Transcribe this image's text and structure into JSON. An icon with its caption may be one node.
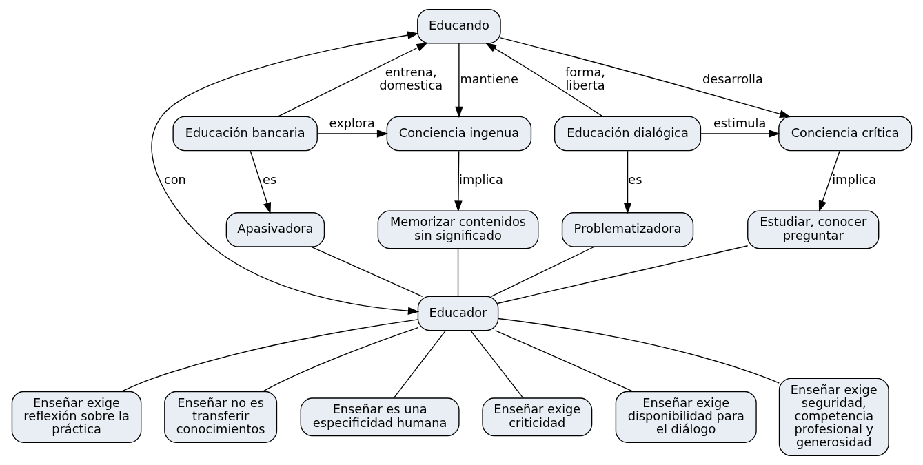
{
  "diagram": {
    "nodes": [
      {
        "text": [
          "Educando"
        ]
      },
      {
        "text": [
          "Conciencia ingenua"
        ]
      },
      {
        "text": [
          "Educación bancaria"
        ]
      },
      {
        "text": [
          "Educación dialógica"
        ]
      },
      {
        "text": [
          "Conciencia crítica"
        ]
      },
      {
        "text": [
          "Memorizar contenidos sin significado"
        ]
      },
      {
        "text": [
          "Apasivadora"
        ]
      },
      {
        "text": [
          "Problematizadora"
        ]
      },
      {
        "text": [
          "Estudiar, conocer preguntar"
        ]
      },
      {
        "text": [
          "Educador"
        ]
      },
      {
        "text": [
          "Enseñar exige reflexión sobre la práctica"
        ]
      },
      {
        "text": [
          "Enseñar no es transferir conocimientos"
        ]
      },
      {
        "text": [
          "Enseñar es una especificidad humana"
        ]
      },
      {
        "text": [
          "Enseñar exige criticidad"
        ]
      },
      {
        "text": [
          "Enseñar exige disponibilidad para el diálogo"
        ]
      },
      {
        "text": [
          "Enseñar exige seguridad, competencia profesional y generosidad"
        ]
      }
    ],
    "edges": [
      {
        "from": 0,
        "to": 1,
        "arrow": "to",
        "label": "mantiene"
      },
      {
        "from": 2,
        "to": 0,
        "arrow": "to",
        "label": "entrena, domestica"
      },
      {
        "from": 3,
        "to": 0,
        "arrow": "to",
        "label": "forma, liberta"
      },
      {
        "from": 0,
        "to": 4,
        "arrow": "to",
        "label": "desarrolla"
      },
      {
        "from": 2,
        "to": 1,
        "arrow": "to",
        "label": "explora"
      },
      {
        "from": 3,
        "to": 4,
        "arrow": "to",
        "label": "estimula"
      },
      {
        "from": 1,
        "to": 5,
        "arrow": "to",
        "label": "implica"
      },
      {
        "from": 2,
        "to": 6,
        "arrow": "to",
        "label": "es"
      },
      {
        "from": 0,
        "to": 9,
        "arrow": "both",
        "label": "con"
      },
      {
        "from": 3,
        "to": 7,
        "arrow": "to",
        "label": "es"
      },
      {
        "from": 4,
        "to": 8,
        "arrow": "to",
        "label": "implica"
      },
      {
        "from": 5,
        "to": 9,
        "arrow": "none"
      },
      {
        "from": 6,
        "to": 9,
        "arrow": "none"
      },
      {
        "from": 7,
        "to": 9,
        "arrow": "none"
      },
      {
        "from": 8,
        "to": 9,
        "arrow": "none"
      },
      {
        "from": 9,
        "to": 10,
        "arrow": "none"
      },
      {
        "from": 9,
        "to": 11,
        "arrow": "none"
      },
      {
        "from": 9,
        "to": 12,
        "arrow": "none"
      },
      {
        "from": 9,
        "to": 13,
        "arrow": "none"
      },
      {
        "from": 9,
        "to": 14,
        "arrow": "none"
      },
      {
        "from": 9,
        "to": 15,
        "arrow": "none"
      }
    ]
  }
}
